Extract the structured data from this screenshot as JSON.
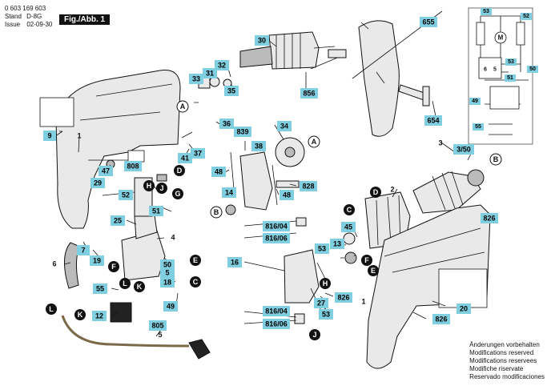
{
  "header": {
    "part_number": "0 603 169 603",
    "stand_label": "Stand",
    "stand_value": "D-8G",
    "issue_label": "Issue",
    "issue_value": "02-09-30",
    "figure_label": "Fig./Abb. 1"
  },
  "notes": [
    "Änderungen vorbehalten",
    "Modifications reserved",
    "Modifications reservees",
    "Modifiche riservate",
    "Reservado modificaciones"
  ],
  "part_labels": {
    "p1a": "1",
    "p1b": "1",
    "p2": "2",
    "p3": "3",
    "p3_50": "3/50",
    "p4": "4",
    "p5": "5",
    "p6": "6",
    "p7": "7",
    "p9": "9",
    "p12": "12",
    "p13": "13",
    "p14": "14",
    "p16": "16",
    "p18": "18",
    "p19": "19",
    "p20": "20",
    "p25": "25",
    "p27": "27",
    "p29": "29",
    "p30": "30",
    "p31": "31",
    "p32": "32",
    "p33": "33",
    "p34": "34",
    "p35": "35",
    "p36": "36",
    "p37": "37",
    "p38": "38",
    "p41": "41",
    "p45": "45",
    "p47": "47",
    "p48a": "48",
    "p48b": "48",
    "p49": "49",
    "p50": "50",
    "p51": "51",
    "p52": "52",
    "p53a": "53",
    "p53b": "53",
    "p55": "55",
    "p654": "654",
    "p655": "655",
    "p805": "805",
    "p808": "808",
    "p826a": "826",
    "p826b": "826",
    "p826c": "826",
    "p828": "828",
    "p839": "839",
    "p856": "856",
    "p816_04a": "816/04",
    "p816_06a": "816/06",
    "p816_04b": "816/04",
    "p816_06b": "816/06"
  },
  "callouts": {
    "A": "A",
    "B": "B",
    "C": "C",
    "D": "D",
    "E": "E",
    "F": "F",
    "G": "G",
    "H": "H",
    "J": "J",
    "K": "K",
    "L": "L"
  },
  "wiring": {
    "labels": [
      "53",
      "52",
      "M",
      "53",
      "50",
      "51",
      "6",
      "5",
      "49",
      "55"
    ]
  }
}
